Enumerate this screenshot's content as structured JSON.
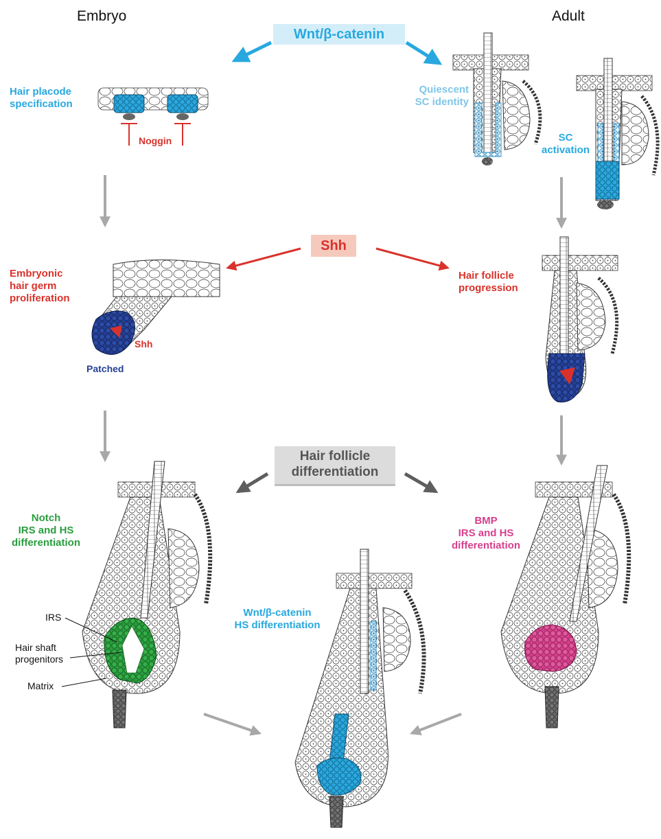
{
  "headings": {
    "embryo": "Embryo",
    "adult": "Adult"
  },
  "signals": {
    "wnt": "Wnt/β-catenin",
    "shh": "Shh",
    "differentiation": "Hair follicle\ndifferentiation"
  },
  "labels": {
    "hair_placode": "Hair placode\nspecification",
    "noggin": "Noggin",
    "quiescent_sc": "Quiescent\nSC identity",
    "sc_activation": "SC\nactivation",
    "embryonic_germ": "Embryonic\nhair germ\nproliferation",
    "shh_small": "Shh",
    "patched": "Patched",
    "follicle_progression": "Hair follicle\nprogression",
    "notch": "Notch\nIRS and HS\ndifferentiation",
    "bmp": "BMP\nIRS and HS\ndifferentiation",
    "wnt_hs": "Wnt/β-catenin\nHS differentiation"
  },
  "annotations": {
    "irs": "IRS",
    "hair_shaft": "Hair shaft\nprogenitors",
    "matrix": "Matrix"
  },
  "colors": {
    "wnt_blue": "#29a8df",
    "wnt_box": "#d4eef9",
    "light_blue": "#7fc6e8",
    "shh_red": "#d9322b",
    "shh_box": "#f6c9bd",
    "patched_blue": "#243f95",
    "notch_green": "#2a9d3e",
    "bmp_pink": "#d63f8c",
    "diff_box": "#dcdcdc",
    "arrow_gray": "#a8a8a8",
    "dark_arrow": "#5e5e5e",
    "papilla_gray": "#6a6a6a"
  }
}
